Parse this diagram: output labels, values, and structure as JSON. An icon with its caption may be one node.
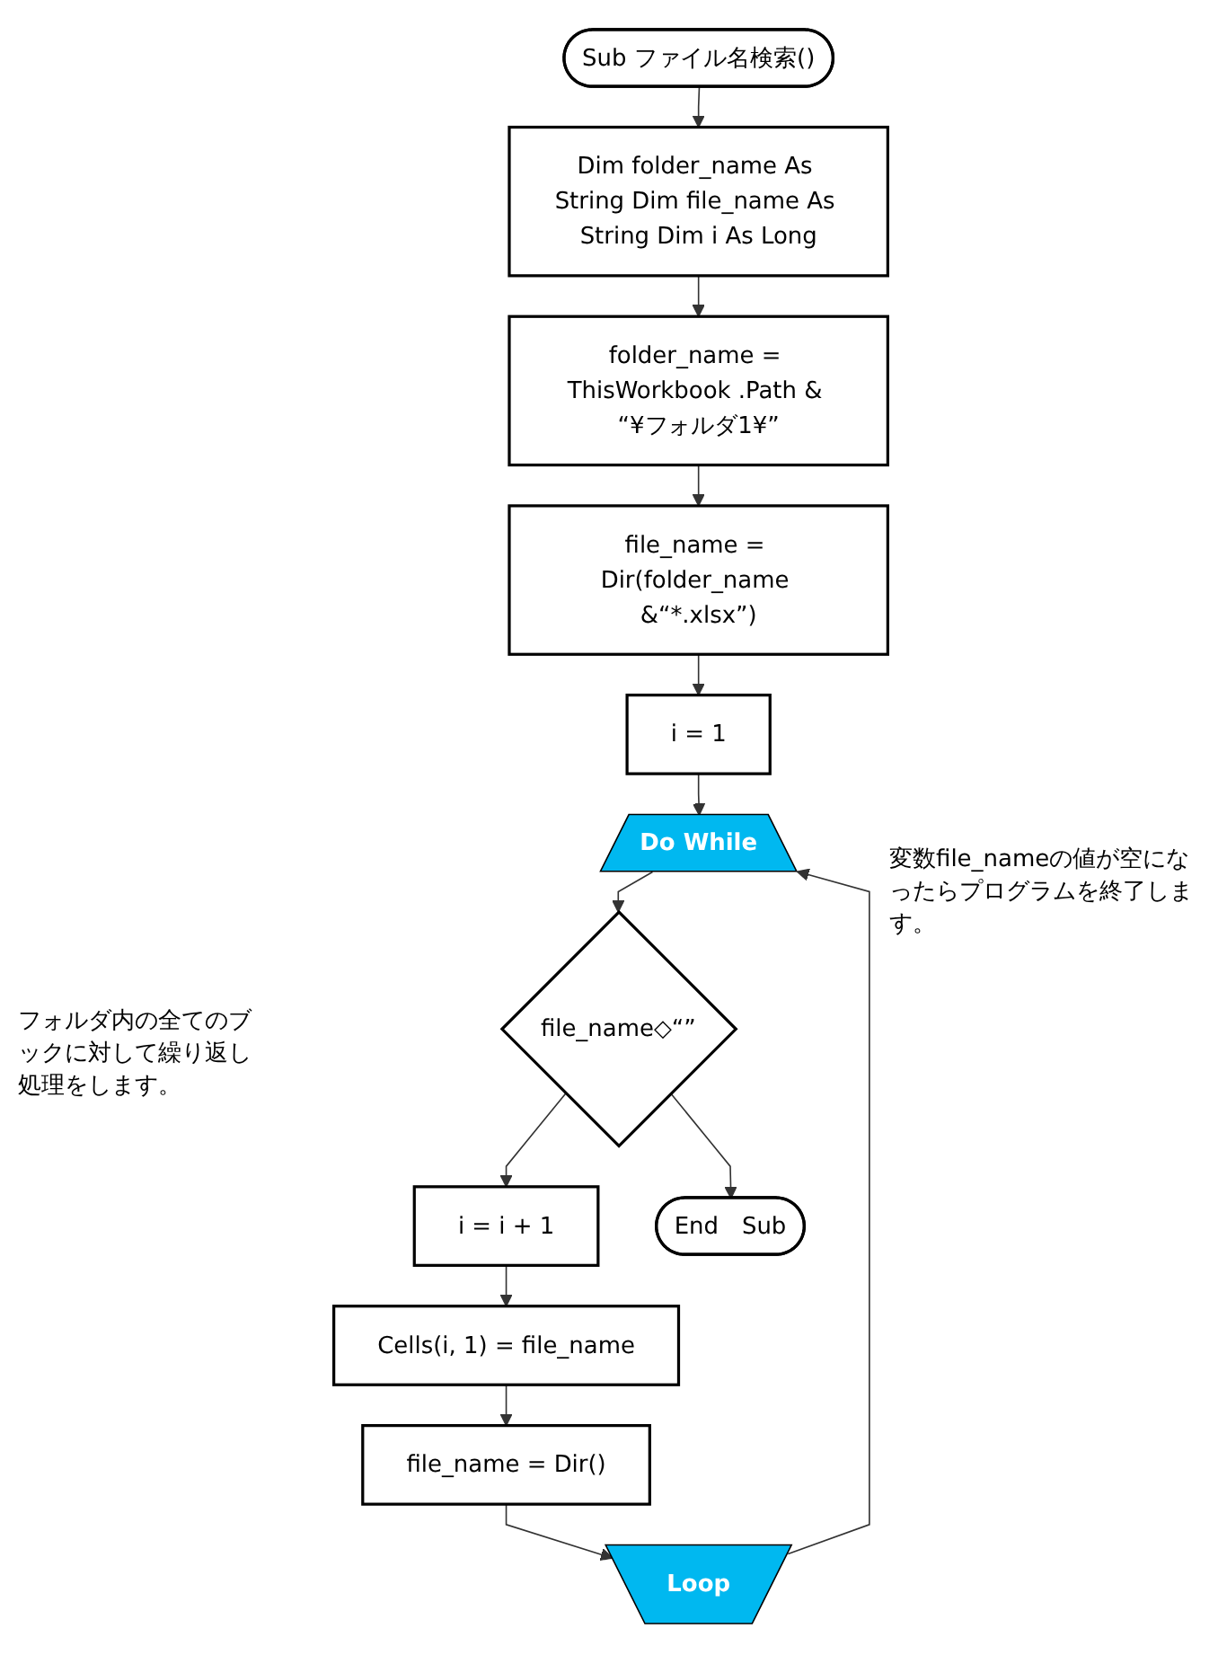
{
  "diagram": {
    "nodes": [
      {
        "text": [
          "Sub ファイル名検索()"
        ]
      },
      {
        "text": [
          "Dim folder_name As String Dim file_name As String Dim i As Long"
        ]
      },
      {
        "text": [
          "folder_name = ThisWorkbook .Path & “¥フォルダ1¥”"
        ]
      },
      {
        "text": [
          "file_name = Dir(folder_name &“*.xlsx”)"
        ]
      },
      {
        "text": [
          "i = 1"
        ]
      },
      {
        "text": [
          "Do While"
        ]
      },
      {
        "text": [
          "file_name◇“”"
        ]
      },
      {
        "text": [
          "i = i + 1"
        ]
      },
      {
        "text": [
          "Cells(i, 1) = file_name"
        ]
      },
      {
        "text": [
          "file_name = Dir()"
        ]
      },
      {
        "text": [
          "Loop"
        ]
      },
      {
        "text": [
          "End　Sub"
        ]
      }
    ],
    "edges": [
      {
        "from": 0,
        "to": 1,
        "arrow": "to"
      },
      {
        "from": 1,
        "to": 2,
        "arrow": "to"
      },
      {
        "from": 2,
        "to": 3,
        "arrow": "to"
      },
      {
        "from": 3,
        "to": 4,
        "arrow": "to"
      },
      {
        "from": 4,
        "to": 5,
        "arrow": "to"
      },
      {
        "from": 5,
        "to": 6,
        "arrow": "to"
      },
      {
        "from": 6,
        "to": 7,
        "arrow": "to"
      },
      {
        "from": 7,
        "to": 8,
        "arrow": "to"
      },
      {
        "from": 8,
        "to": 9,
        "arrow": "to"
      },
      {
        "from": 9,
        "to": 10,
        "arrow": "to"
      },
      {
        "from": 10,
        "to": 5,
        "arrow": "to"
      },
      {
        "from": 6,
        "to": 11,
        "arrow": "to"
      }
    ],
    "labels": [
      "変数file_nameの値が空になったらプログラムを終了します。",
      "フォルダ内の全てのブックに対して繰り返し処理をします。"
    ]
  }
}
